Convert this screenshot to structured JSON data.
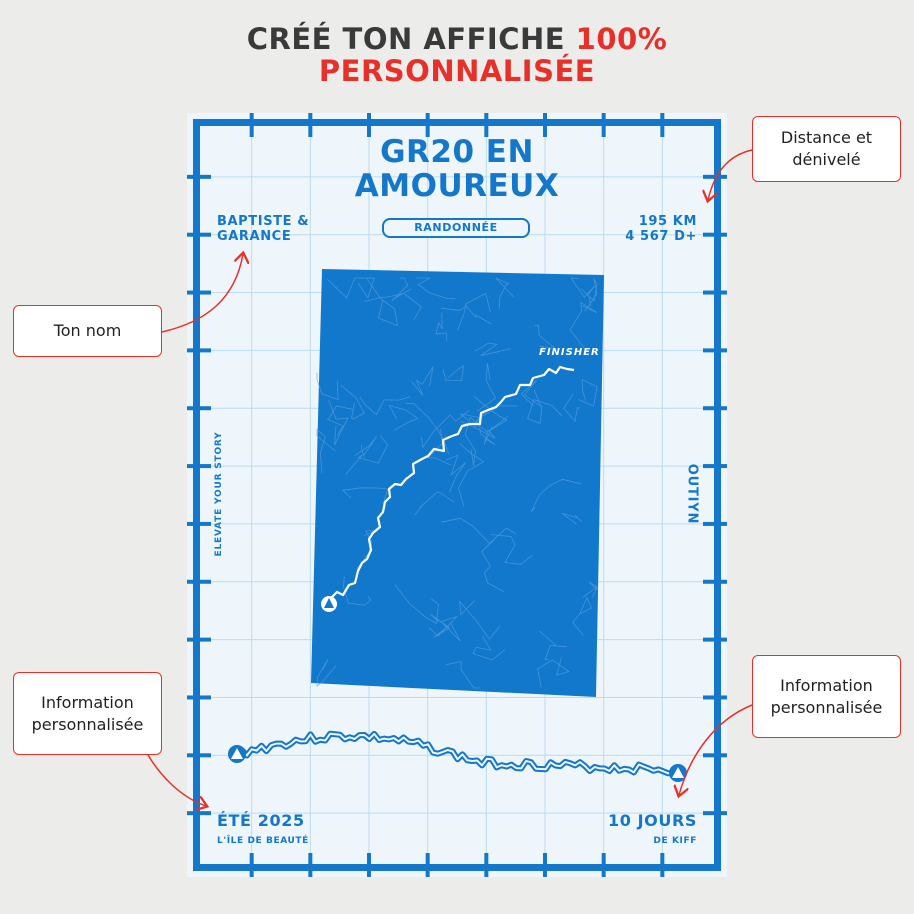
{
  "headline": {
    "line1_prefix": "CRÉÉ TON AFFICHE ",
    "line1_accent": "100%",
    "line2": "PERSONNALISÉE"
  },
  "poster": {
    "title_line1": "GR20 EN",
    "title_line2": "AMOUREUX",
    "names_line1": "BAPTISTE &",
    "names_line2": "GARANCE",
    "activity": "RANDONNÉE",
    "distance": "195 KM",
    "elevation": "4 567 D+",
    "map_label": "FINISHER",
    "side_left": "ELEVATE YOUR STORY",
    "side_right": "OUTIYN",
    "season": "ÉTÉ 2025",
    "location": "L'ÎLE DE BEAUTÉ",
    "duration": "10 JOURS",
    "duration_note": "DE KIFF"
  },
  "callouts": {
    "distance_line1": "Distance et",
    "distance_line2": "dénivelé",
    "name": "Ton nom",
    "info_left_line1": "Information",
    "info_left_line2": "personnalisée",
    "info_right_line1": "Information",
    "info_right_line2": "personnalisée"
  },
  "colors": {
    "poster_blue": "#1477c9",
    "accent_red": "#e8302a",
    "background": "#ececeb",
    "poster_bg": "#eef6fb"
  }
}
